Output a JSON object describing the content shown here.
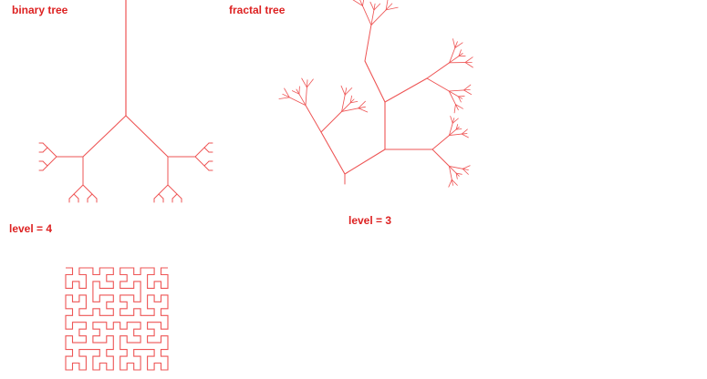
{
  "labels": {
    "binary_title": "binary tree",
    "fractal_title": "fractal tree",
    "binary_level": "level = 4",
    "fractal_level": "level = 3"
  },
  "colors": {
    "stroke": "#ee5555",
    "text": "#dd2222"
  }
}
